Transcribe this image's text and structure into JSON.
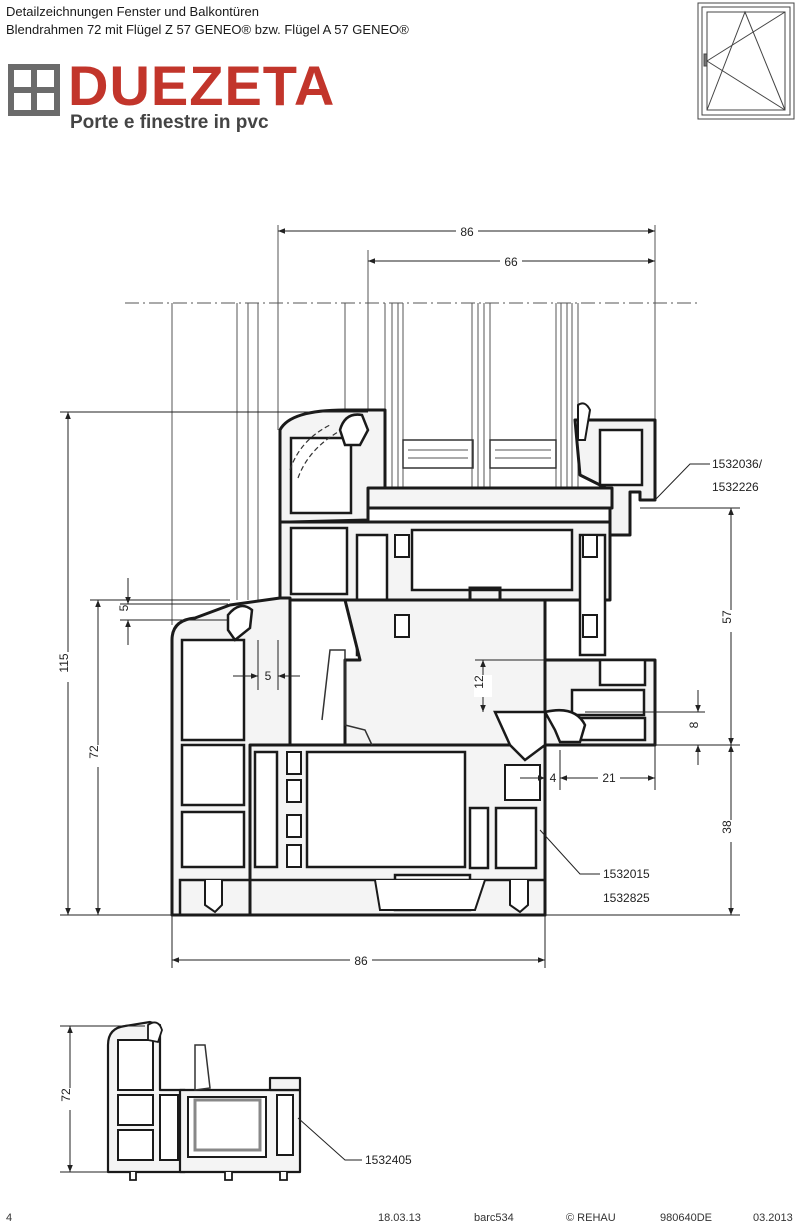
{
  "header": {
    "line1": "Detailzeichnungen Fenster und Balkontüren",
    "line2": "Blendrahmen 72 mit Flügel Z 57 GENEO® bzw. Flügel A 57 GENEO®"
  },
  "logo": {
    "brand": "DUEZETA",
    "tagline": "Porte e finestre in pvc",
    "brand_color": "#c2352b",
    "tagline_color": "#444444"
  },
  "drawing": {
    "dim_top_overall": "86",
    "dim_top_glass": "66",
    "dim_left_total": "115",
    "dim_left_frame": "72",
    "dim_small_5a": "5",
    "dim_small_5b": "5",
    "dim_12": "12",
    "dim_8": "8",
    "dim_4": "4",
    "dim_21": "21",
    "dim_57": "57",
    "dim_38": "38",
    "dim_bottom": "86",
    "part_seal_1": "1532036/",
    "part_seal_2": "1532226",
    "part_frame_1": "1532015",
    "part_frame_2": "1532825",
    "detail_dim": "72",
    "detail_part": "1532405"
  },
  "footer": {
    "page": "4",
    "date": "18.03.13",
    "code": "barc534",
    "copyright": "© REHAU",
    "doc": "980640DE",
    "month": "03.2013"
  }
}
